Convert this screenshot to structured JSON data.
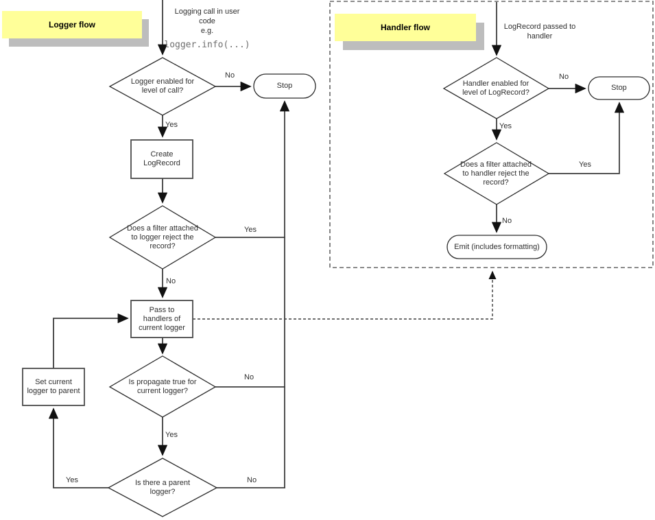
{
  "colors": {
    "background": "#ffffff",
    "label_fill": "#ffff99",
    "label_shadow": "#bdbdbd",
    "line": "#3d3d3d",
    "shape_stroke": "#2b2b2b",
    "box_stroke": "#4a4a4a",
    "panel_stroke": "#666666",
    "arrow_fill": "#111111",
    "text": "#2e2e2e",
    "code_text": "#6e6e6e"
  },
  "logger_flow": {
    "title": "Logger flow",
    "start_note": "Logging call in user\ncode\ne.g.",
    "start_code": "logger.info(...)",
    "nodes": {
      "enabled_q": "Logger enabled for\nlevel of call?",
      "stop": "Stop",
      "create": "Create\nLogRecord",
      "filter_q": "Does a filter attached\nto logger reject the\nrecord?",
      "pass": "Pass to\nhandlers of\ncurrent logger",
      "propagate_q": "Is propagate true for\ncurrent logger?",
      "set_parent": "Set current\nlogger to parent",
      "parent_q": "Is there a parent\nlogger?"
    },
    "edge_labels": {
      "enabled_no": "No",
      "enabled_yes": "Yes",
      "filter_yes": "Yes",
      "filter_no": "No",
      "propagate_no": "No",
      "propagate_yes": "Yes",
      "parent_yes": "Yes",
      "parent_no": "No"
    }
  },
  "handler_flow": {
    "title": "Handler flow",
    "start_note": "LogRecord passed to\nhandler",
    "nodes": {
      "enabled_q": "Handler enabled for\nlevel of LogRecord?",
      "stop": "Stop",
      "filter_q": "Does a filter attached\nto handler reject the\nrecord?",
      "emit": "Emit (includes formatting)"
    },
    "edge_labels": {
      "enabled_no": "No",
      "enabled_yes": "Yes",
      "filter_yes": "Yes",
      "filter_no": "No"
    }
  }
}
